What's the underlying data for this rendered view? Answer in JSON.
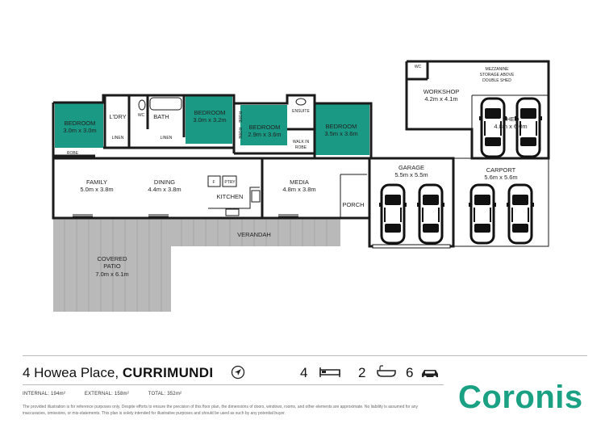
{
  "rooms": {
    "bedroom1": {
      "name": "BEDROOM",
      "dims": "3.0m x 3.0m"
    },
    "laundry": {
      "name": "L'DRY"
    },
    "linen1": {
      "name": "LINEN"
    },
    "wc1": {
      "name": "WC"
    },
    "bath": {
      "name": "BATH"
    },
    "linen2": {
      "name": "LINEN"
    },
    "bedroom2": {
      "name": "BEDROOM",
      "dims": "3.0m x 3.2m"
    },
    "robe1": {
      "name": "ROBE"
    },
    "robe2": {
      "name": "ROBE"
    },
    "robe3": {
      "name": "ROBE"
    },
    "bedroom3": {
      "name": "BEDROOM",
      "dims": "2.9m x 3.6m"
    },
    "ensuite": {
      "name": "ENSUITE"
    },
    "walkin": {
      "name": "WALK IN",
      "name2": "ROBE"
    },
    "bedroom4": {
      "name": "BEDROOM",
      "dims": "3.5m x 3.6m"
    },
    "family": {
      "name": "FAMILY",
      "dims": "5.0m x 3.8m"
    },
    "dining": {
      "name": "DINING",
      "dims": "4.4m x 3.8m"
    },
    "fridge": {
      "name": "F"
    },
    "pantry": {
      "name": "PTRY"
    },
    "kitchen": {
      "name": "KITCHEN"
    },
    "media": {
      "name": "MEDIA",
      "dims": "4.8m x 3.8m"
    },
    "porch": {
      "name": "PORCH"
    },
    "verandah": {
      "name": "VERANDAH"
    },
    "patio": {
      "name": "COVERED",
      "name2": "PATIO",
      "dims": "7.0m x 6.1m"
    },
    "garage": {
      "name": "GARAGE",
      "dims": "5.5m x 5.5m"
    },
    "carport": {
      "name": "CARPORT",
      "dims": "5.6m x 5.6m"
    },
    "workshop": {
      "name": "WORKSHOP",
      "dims": "4.2m x 4.1m"
    },
    "wc2": {
      "name": "WC"
    },
    "mezz": {
      "line1": "MEZZANINE",
      "line2": "STORAGE ABOVE",
      "line3": "DOUBLE SHED"
    },
    "shed": {
      "name": "SHED",
      "dims": "4.8m x 6.0m"
    }
  },
  "address": {
    "street": "4 Howea Place,",
    "suburb": "CURRIMUNDI"
  },
  "features": {
    "beds": "4",
    "baths": "2",
    "cars": "6"
  },
  "areas": {
    "internal": "INTERNAL: 194m²",
    "external": "EXTERNAL: 158m²",
    "total": "TOTAL: 352m²"
  },
  "disclaimer": "The provided illustration is for reference purposes only. Despite efforts to ensure the precision of this floor plan, the dimensions of doors, windows, rooms, and other elements are approximate. No liability is assumed for any inaccuracies, omissions, or mis-statements. This plan is solely intended for illustrative purposes and should be used as such by any potential buyer.",
  "logo": "Coronis",
  "colors": {
    "bedroom": "#1a9a84",
    "patio": "#b8b8b8",
    "brand": "#1aa183"
  },
  "icons": [
    "compass-icon",
    "bed-icon",
    "bath-icon",
    "car-icon",
    "car-outline-icon",
    "toilet-icon"
  ]
}
